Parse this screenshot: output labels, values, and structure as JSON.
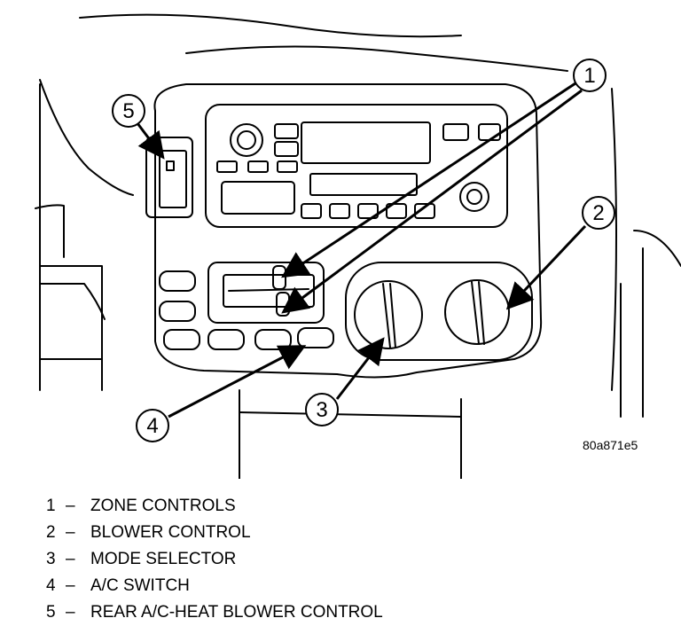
{
  "callouts": [
    "1",
    "2",
    "3",
    "4",
    "5"
  ],
  "figure_code": "80a871e5",
  "legend": [
    {
      "num": "1",
      "dash": "–",
      "label": "ZONE CONTROLS"
    },
    {
      "num": "2",
      "dash": "–",
      "label": "BLOWER CONTROL"
    },
    {
      "num": "3",
      "dash": "–",
      "label": "MODE SELECTOR"
    },
    {
      "num": "4",
      "dash": "–",
      "label": "A/C SWITCH"
    },
    {
      "num": "5",
      "dash": "–",
      "label": "REAR A/C-HEAT BLOWER CONTROL"
    }
  ]
}
